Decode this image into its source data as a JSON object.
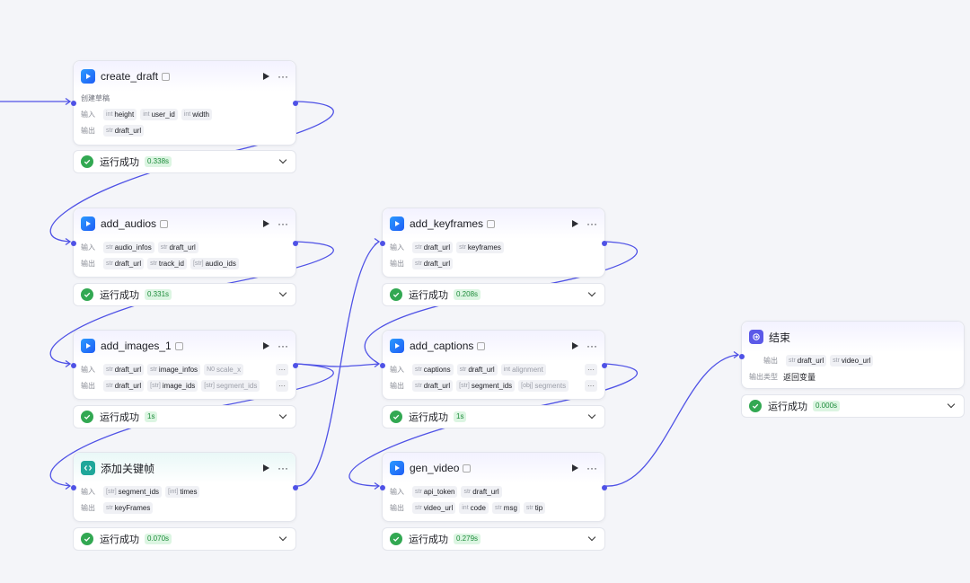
{
  "status_label": "运行成功",
  "row_labels": {
    "input": "输入",
    "output": "输出",
    "output_type": "输出类型"
  },
  "colors": {
    "edge": "#4f52e6",
    "success": "#32a852",
    "accent": "#5b59e8"
  },
  "nodes": [
    {
      "id": "create_draft",
      "title": "create_draft",
      "icon": "plugin-icon",
      "description": "创建草稿",
      "inputs": [
        {
          "type": "int",
          "name": "height"
        },
        {
          "type": "int",
          "name": "user_id"
        },
        {
          "type": "int",
          "name": "width"
        }
      ],
      "outputs": [
        {
          "type": "str",
          "name": "draft_url"
        }
      ],
      "time": "0.338s"
    },
    {
      "id": "add_audios",
      "title": "add_audios",
      "icon": "plugin-icon",
      "inputs": [
        {
          "type": "str",
          "name": "audio_infos"
        },
        {
          "type": "str",
          "name": "draft_url"
        }
      ],
      "outputs": [
        {
          "type": "str",
          "name": "draft_url"
        },
        {
          "type": "str",
          "name": "track_id"
        },
        {
          "type": "[str]",
          "name": "audio_ids"
        }
      ],
      "time": "0.331s"
    },
    {
      "id": "add_images_1",
      "title": "add_images_1",
      "icon": "plugin-icon",
      "inputs": [
        {
          "type": "str",
          "name": "draft_url"
        },
        {
          "type": "str",
          "name": "image_infos"
        },
        {
          "type": "N0",
          "name": "scale_x",
          "fade": true
        }
      ],
      "outputs": [
        {
          "type": "str",
          "name": "draft_url"
        },
        {
          "type": "[str]",
          "name": "image_ids"
        },
        {
          "type": "[str]",
          "name": "segment_ids",
          "fade": true
        }
      ],
      "more": "···",
      "time": "1s"
    },
    {
      "id": "add_keyframes_code",
      "title": "添加关键帧",
      "icon": "code-icon",
      "inputs": [
        {
          "type": "[str]",
          "name": "segment_ids"
        },
        {
          "type": "[int]",
          "name": "times"
        }
      ],
      "outputs": [
        {
          "type": "str",
          "name": "keyFrames"
        }
      ],
      "time": "0.070s"
    },
    {
      "id": "add_keyframes",
      "title": "add_keyframes",
      "icon": "plugin-icon",
      "inputs": [
        {
          "type": "str",
          "name": "draft_url"
        },
        {
          "type": "str",
          "name": "keyframes"
        }
      ],
      "outputs": [
        {
          "type": "str",
          "name": "draft_url"
        }
      ],
      "time": "0.208s"
    },
    {
      "id": "add_captions",
      "title": "add_captions",
      "icon": "plugin-icon",
      "inputs": [
        {
          "type": "str",
          "name": "captions"
        },
        {
          "type": "str",
          "name": "draft_url"
        },
        {
          "type": "int",
          "name": "alignment",
          "fade": true
        }
      ],
      "outputs": [
        {
          "type": "str",
          "name": "draft_url"
        },
        {
          "type": "[str]",
          "name": "segment_ids"
        },
        {
          "type": "[obj]",
          "name": "segments",
          "fade": true
        }
      ],
      "more": "···",
      "time": "1s"
    },
    {
      "id": "gen_video",
      "title": "gen_video",
      "icon": "plugin-icon",
      "inputs": [
        {
          "type": "str",
          "name": "api_token"
        },
        {
          "type": "str",
          "name": "draft_url"
        }
      ],
      "outputs": [
        {
          "type": "str",
          "name": "video_url"
        },
        {
          "type": "int",
          "name": "code"
        },
        {
          "type": "str",
          "name": "msg"
        },
        {
          "type": "str",
          "name": "tip"
        }
      ],
      "time": "0.279s"
    },
    {
      "id": "end",
      "title": "结束",
      "icon": "end-icon",
      "outputs": [
        {
          "type": "str",
          "name": "draft_url"
        },
        {
          "type": "str",
          "name": "video_url"
        }
      ],
      "output_type": "返回变量",
      "time": "0.000s"
    }
  ]
}
